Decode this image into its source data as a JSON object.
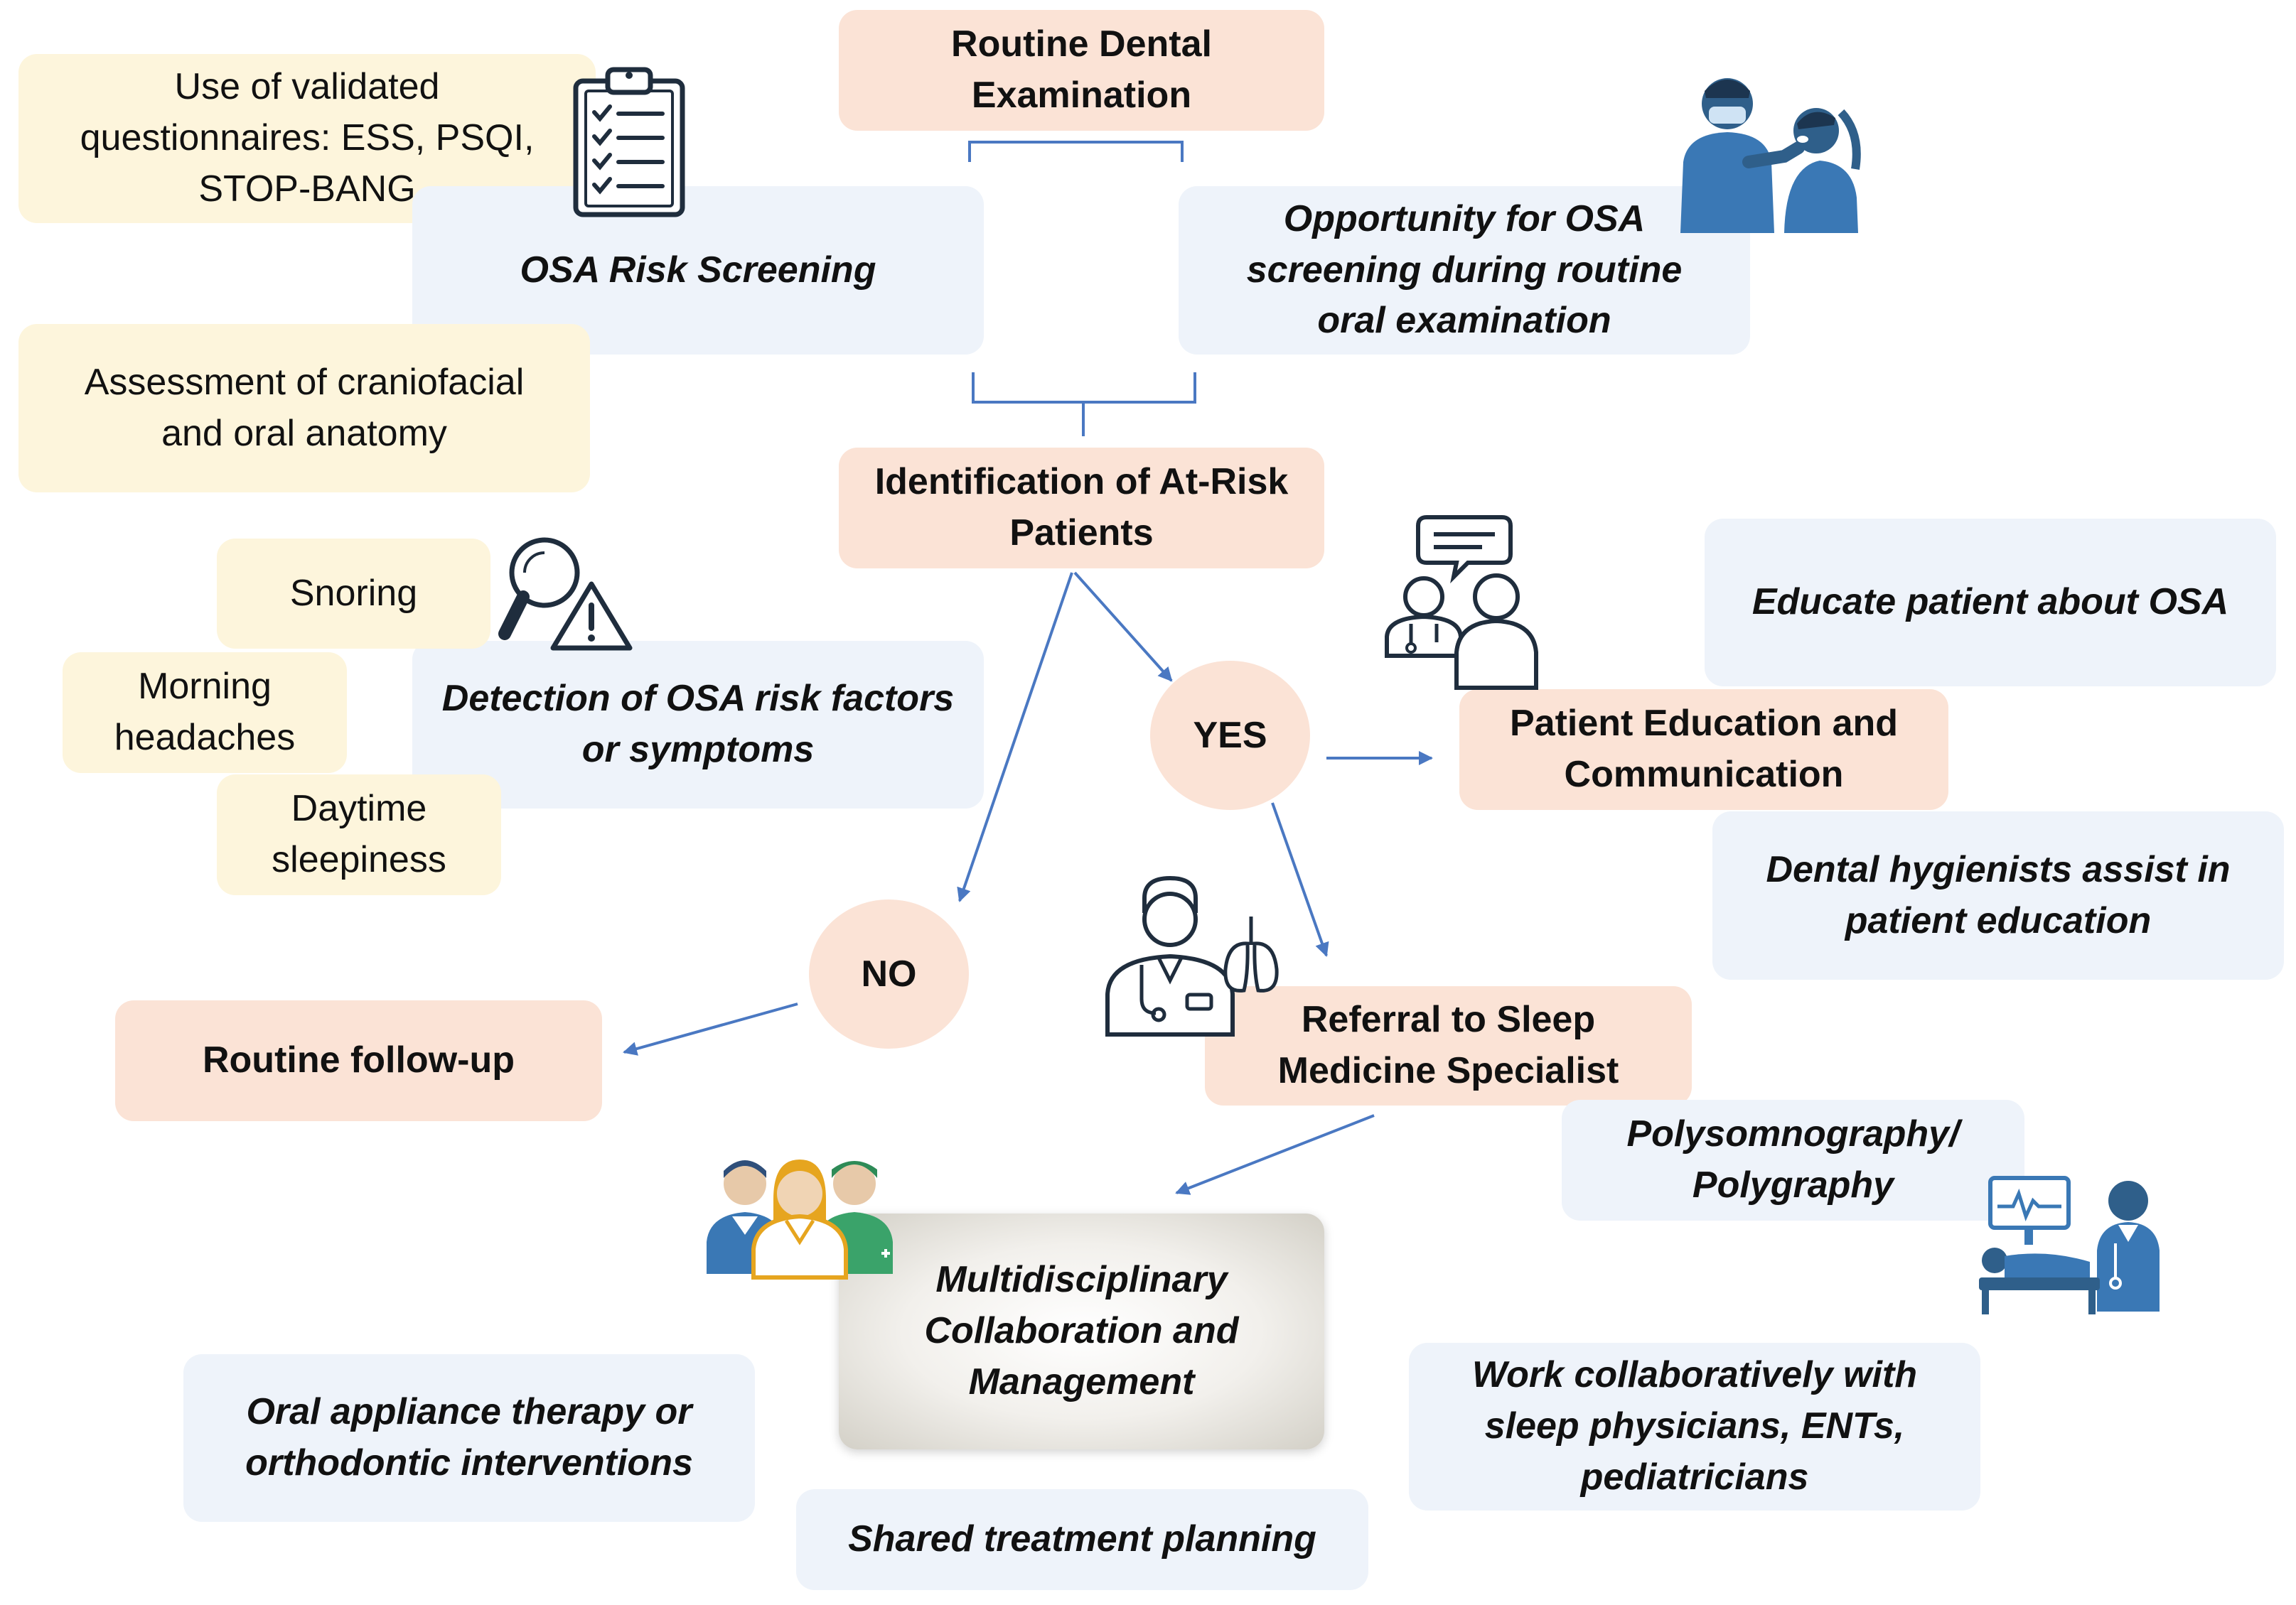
{
  "nodes": {
    "routine_exam": "Routine Dental Examination",
    "questionnaires": "Use of validated questionnaires: ESS, PSQI, STOP-BANG",
    "osa_screening": "OSA Risk Screening",
    "opportunity": "Opportunity for OSA screening during routine oral examination",
    "craniofacial": "Assessment of craniofacial and oral anatomy",
    "identification": "Identification of At-Risk Patients",
    "snoring": "Snoring",
    "headaches": "Morning headaches",
    "sleepiness": "Daytime sleepiness",
    "detection": "Detection of OSA risk factors or symptoms",
    "yes": "YES",
    "no": "NO",
    "educate": "Educate patient about OSA",
    "patient_education": "Patient Education and Communication",
    "hygienists": "Dental hygienists assist in patient education",
    "routine_followup": "Routine follow-up",
    "referral": "Referral to Sleep Medicine Specialist",
    "polysomnography": "Polysomnography/ Polygraphy",
    "multidisciplinary": "Multidisciplinary Collaboration and Management",
    "oral_appliance": "Oral appliance therapy or orthodontic interventions",
    "work_collab": "Work collaboratively with sleep physicians, ENTs, pediatricians",
    "shared_planning": "Shared treatment planning"
  },
  "colors": {
    "salmon": "#fbe3d6",
    "cream": "#fdf5dc",
    "light_blue": "#eef3fa",
    "arrow": "#4a78c2",
    "icon_navy": "#1f2d3d",
    "icon_blue": "#3a78b5"
  },
  "icons": [
    "clipboard-checklist-icon",
    "dentist-examining-patient-icon",
    "magnifier-warning-icon",
    "doctor-patient-conversation-icon",
    "doctor-lungs-icon",
    "medical-team-icon",
    "sleep-study-monitor-icon"
  ]
}
